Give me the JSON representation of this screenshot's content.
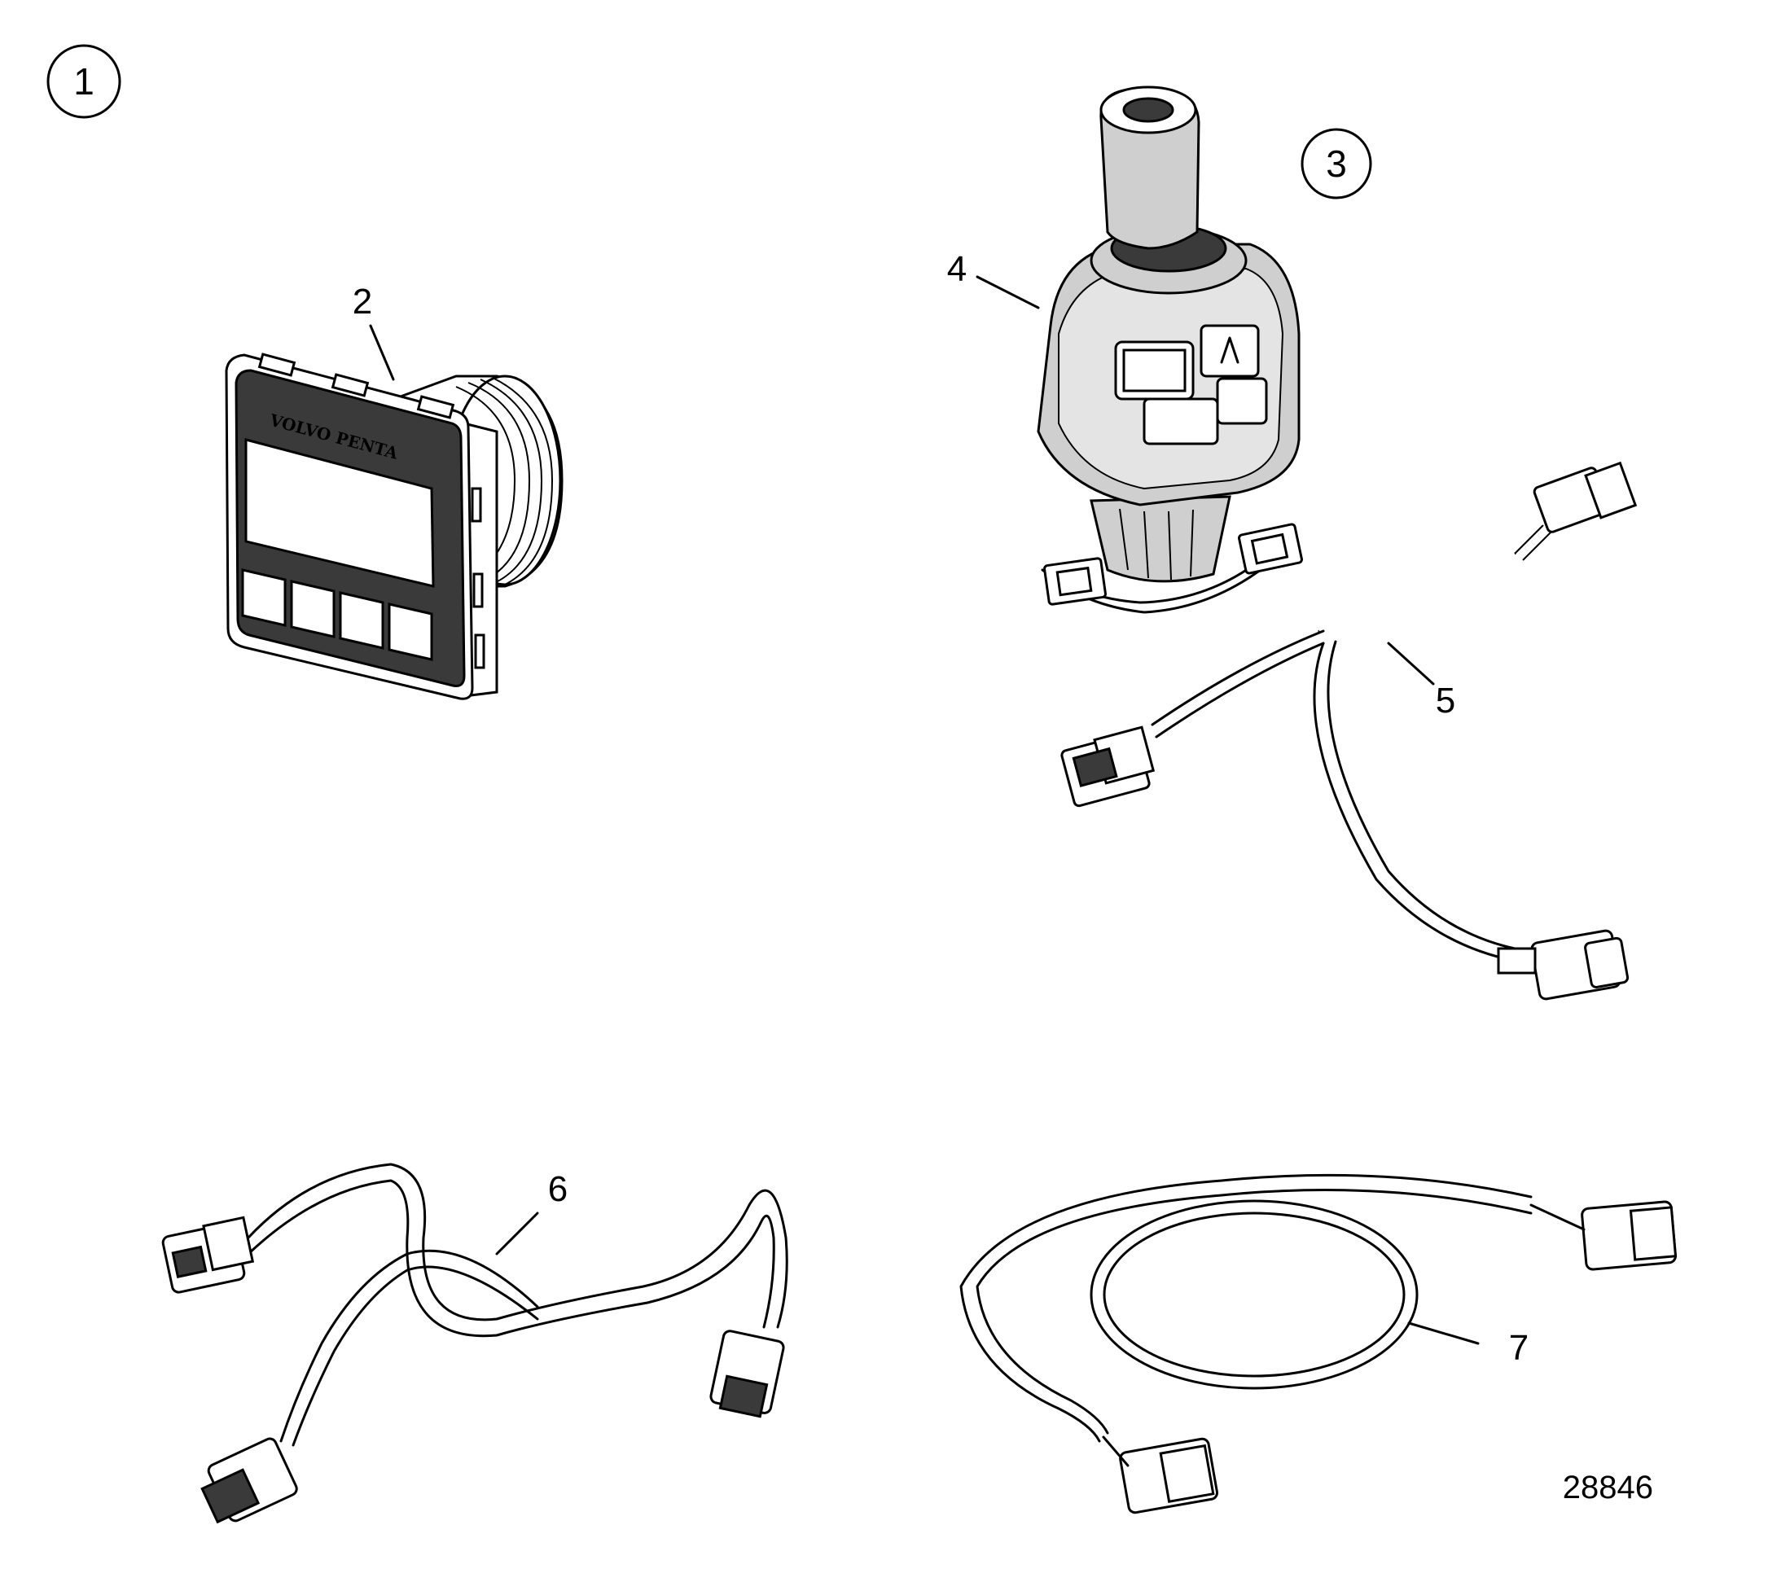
{
  "labels": {
    "group_1": "1",
    "group_3": "3",
    "item_2": "2",
    "item_4": "4",
    "item_5": "5",
    "item_6": "6",
    "item_7": "7"
  },
  "display_brand": "VOLVO PENTA",
  "drawing_number": "28846"
}
